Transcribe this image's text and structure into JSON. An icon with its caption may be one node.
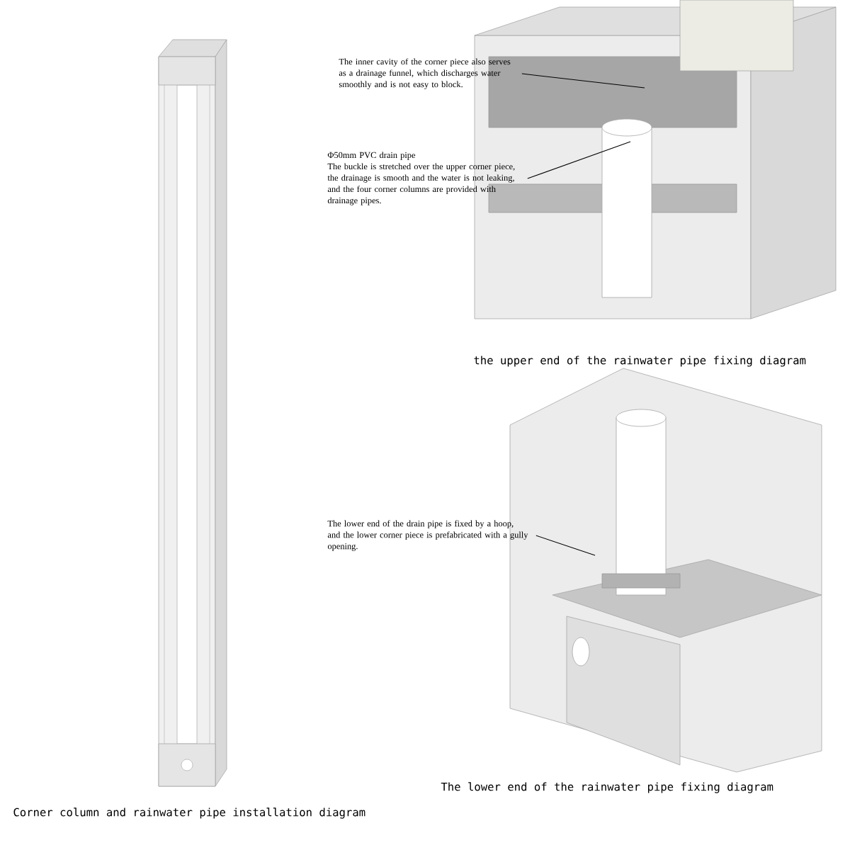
{
  "diagram": {
    "nodes": [
      {
        "text": [
          "The inner cavity of the corner piece also serves as a drainage funnel, which discharges water smoothly and is not easy to block."
        ]
      },
      {
        "text": [
          "Φ50mm PVC drain pipe",
          "The buckle is stretched over the upper corner piece, the drainage is smooth and the water is not leaking, and the four corner columns are provided with drainage pipes."
        ]
      },
      {
        "text": [
          "The lower end of the drain pipe is fixed by a hoop, and the lower corner piece is prefabricated with a gully opening."
        ]
      }
    ],
    "edges": [
      {
        "from": 0,
        "to": null,
        "arrow": "none"
      },
      {
        "from": 1,
        "to": null,
        "arrow": "none"
      },
      {
        "from": 2,
        "to": null,
        "arrow": "none"
      }
    ],
    "labels": [
      "the upper end of the rainwater pipe fixing diagram",
      "The lower end of the rainwater pipe fixing diagram",
      "Corner column and rainwater pipe installation diagram"
    ]
  }
}
